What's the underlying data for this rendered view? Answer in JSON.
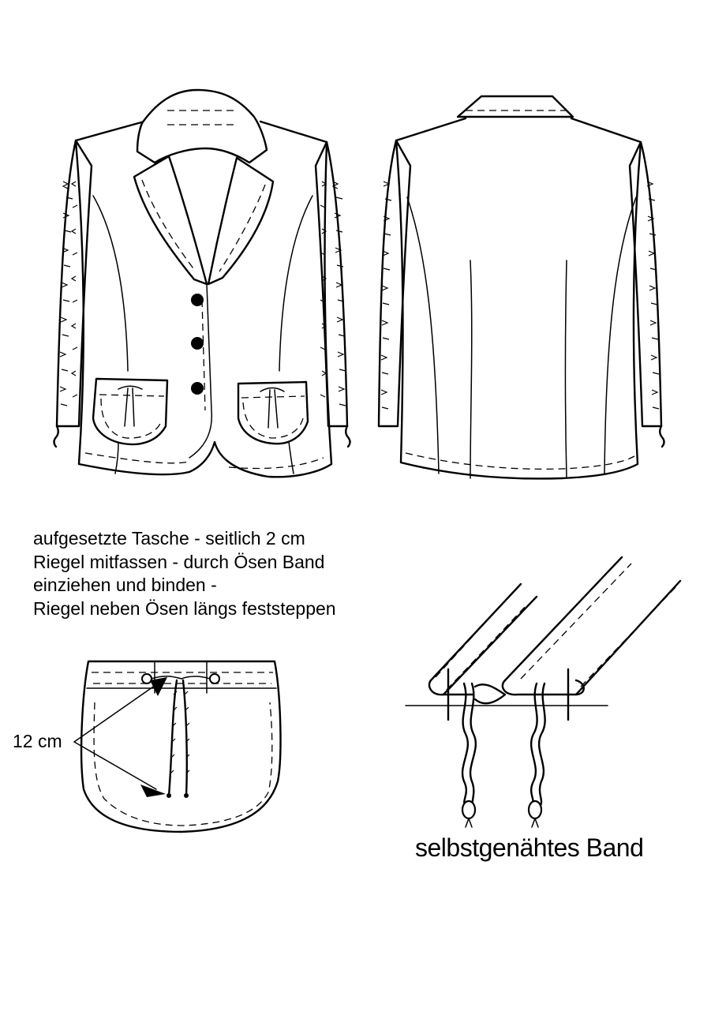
{
  "instructions": {
    "line1": "aufgesetzte Tasche - seitlich 2 cm",
    "line2": "Riegel mitfassen - durch Ösen Band",
    "line3": "einziehen und binden -",
    "line4": "Riegel neben Ösen längs feststeppen"
  },
  "pocket_detail": {
    "measure_label": "12 cm"
  },
  "band_detail": {
    "caption": "selbstgenähtes Band"
  }
}
